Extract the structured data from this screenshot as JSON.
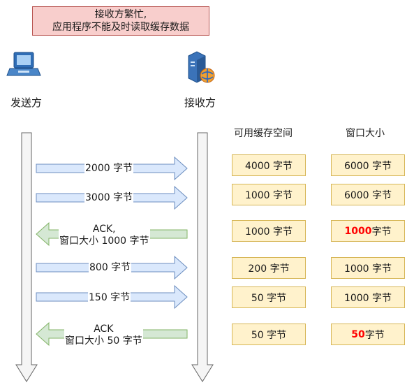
{
  "note": {
    "line1": "接收方繁忙,",
    "line2": "应用程序不能及时读取缓存数据"
  },
  "actors": {
    "sender": {
      "label": "发送方",
      "icon": "laptop-icon"
    },
    "receiver": {
      "label": "接收方",
      "icon": "server-icon"
    }
  },
  "columns": {
    "buffer": "可用缓存空间",
    "window": "窗口大小"
  },
  "messages": [
    {
      "direction": "right",
      "line1": "2000 字节",
      "line2": ""
    },
    {
      "direction": "right",
      "line1": "3000 字节",
      "line2": ""
    },
    {
      "direction": "left",
      "line1": "ACK,",
      "line2": "窗口大小 1000 字节"
    },
    {
      "direction": "right",
      "line1": "800 字节",
      "line2": ""
    },
    {
      "direction": "right",
      "line1": "150 字节",
      "line2": ""
    },
    {
      "direction": "left",
      "line1": "ACK",
      "line2": "窗口大小 50 字节"
    }
  ],
  "table": [
    {
      "buffer": "4000 字节",
      "window_num": "",
      "window_rest": "6000 字节"
    },
    {
      "buffer": "1000 字节",
      "window_num": "",
      "window_rest": "6000 字节"
    },
    {
      "buffer": "1000 字节",
      "window_num": "1000",
      "window_rest": " 字节"
    },
    {
      "buffer": "200 字节",
      "window_num": "",
      "window_rest": "1000 字节"
    },
    {
      "buffer": "50 字节",
      "window_num": "",
      "window_rest": "1000 字节"
    },
    {
      "buffer": "50 字节",
      "window_num": "50",
      "window_rest": " 字节"
    }
  ],
  "colors": {
    "note_fill": "#f8cecc",
    "note_stroke": "#b85450",
    "arrow_right_fill": "#dae8fc",
    "arrow_right_stroke": "#6c8ebf",
    "arrow_left_fill": "#d5e8d4",
    "arrow_left_stroke": "#82b366",
    "cell_fill": "#fff2cc",
    "cell_stroke": "#d6b656",
    "highlight": "#ff0000",
    "lifeline_fill": "#f5f5f5",
    "lifeline_stroke": "#666666"
  }
}
